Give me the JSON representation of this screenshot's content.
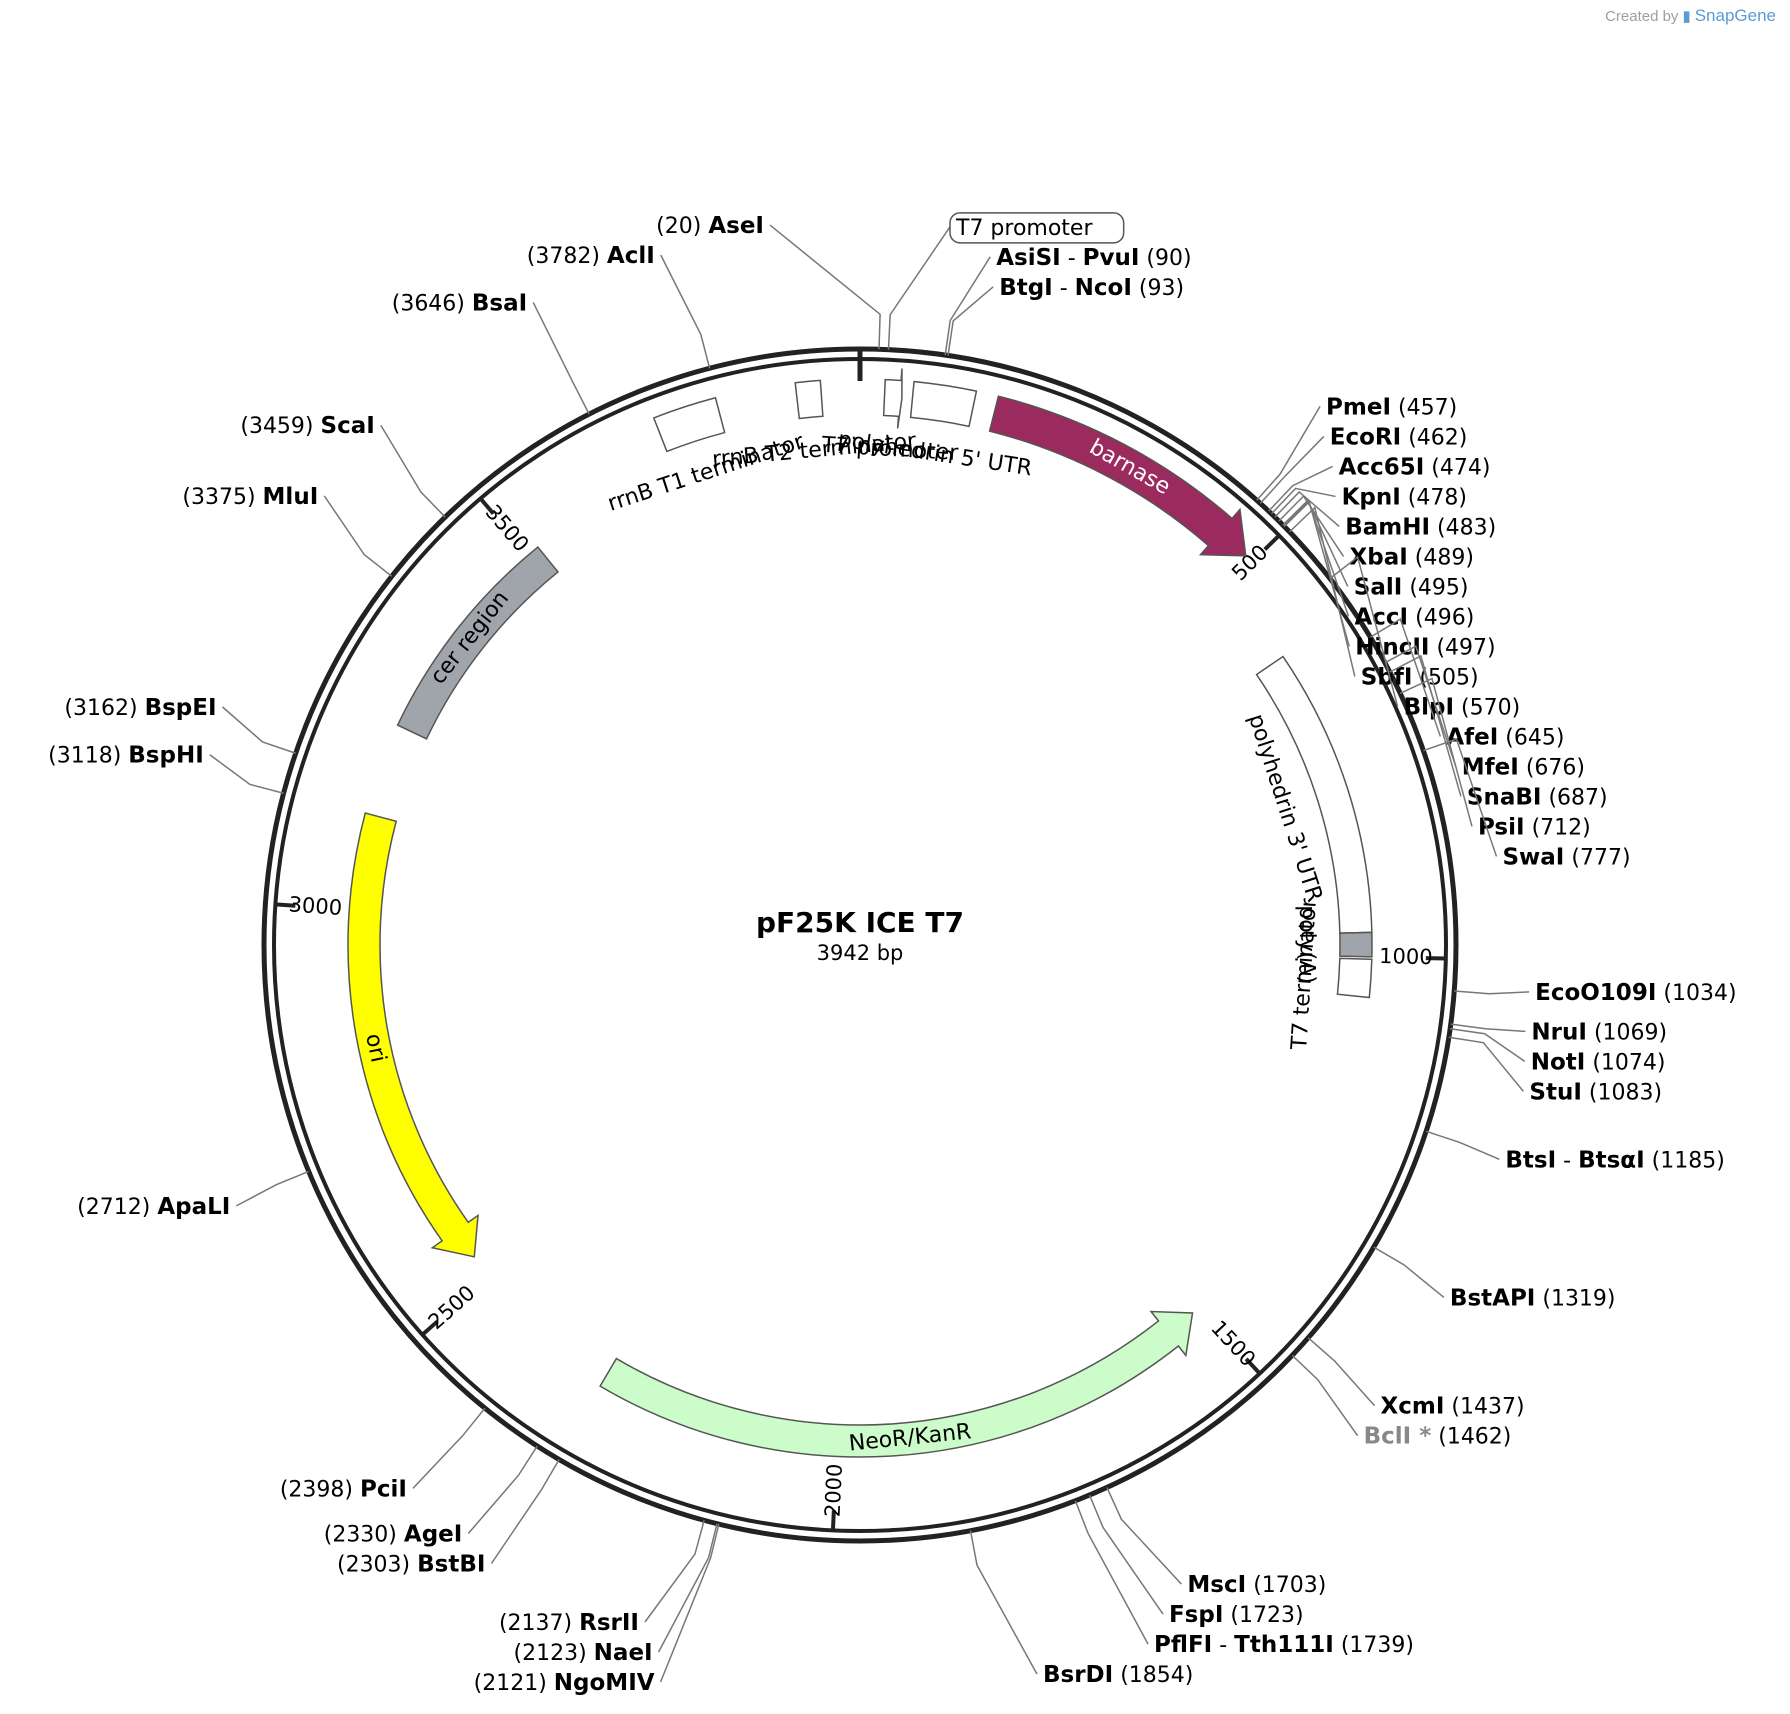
{
  "credit": {
    "prefix": "Created by",
    "brand": "SnapGene"
  },
  "plasmid": {
    "name": "pF25K ICE T7",
    "length": 3942,
    "size_label": "3942 bp"
  },
  "ticks": [
    "500",
    "1000",
    "1500",
    "2000",
    "2500",
    "3000",
    "3500"
  ],
  "features": [
    {
      "name": "barnase",
      "start": 155,
      "end": 490,
      "strand": 1,
      "color": "#9b2a5e",
      "label_color": "#ffffff",
      "style": "arrow"
    },
    {
      "name": "polyhedrin 5' UTR",
      "start": 60,
      "end": 130,
      "strand": 0,
      "color": "#ffffff",
      "style": "box"
    },
    {
      "name": "T7 promoter",
      "start": 28,
      "end": 48,
      "strand": 1,
      "color": "#ffffff",
      "style": "box"
    },
    {
      "name": "rrnB T2 terminator",
      "start": 3870,
      "end": 3898,
      "strand": 0,
      "color": "#ffffff",
      "style": "box"
    },
    {
      "name": "rrnB T1 terminator",
      "start": 3708,
      "end": 3780,
      "strand": 0,
      "color": "#ffffff",
      "style": "box"
    },
    {
      "name": "polyhedrin 3' UTR",
      "start": 610,
      "end": 970,
      "strand": 0,
      "color": "#ffffff",
      "style": "box"
    },
    {
      "name": "poly(A)",
      "start": 970,
      "end": 1000,
      "strand": 0,
      "color": "#a0a4ab",
      "style": "box"
    },
    {
      "name": "T7 terminator",
      "start": 1003,
      "end": 1050,
      "strand": 0,
      "color": "#ffffff",
      "style": "box"
    },
    {
      "name": "NeoR/KanR",
      "start": 1510,
      "end": 2305,
      "strand": -1,
      "color": "#ccfcc9",
      "style": "arrow"
    },
    {
      "name": "ori",
      "start": 2530,
      "end": 3120,
      "strand": -1,
      "color": "#ffff00",
      "style": "arrow"
    },
    {
      "name": "cer region",
      "start": 3235,
      "end": 3515,
      "strand": 0,
      "color": "#a0a4ab",
      "style": "box"
    }
  ],
  "sites": [
    {
      "name": "AseI",
      "pos": 20,
      "pos_label": "(20)",
      "side": "left"
    },
    {
      "name": "T7 promoter",
      "pos": 30,
      "pos_label": "",
      "side": "right",
      "boxed": true
    },
    {
      "name": "AsiSI",
      "name2": "PvuI",
      "pos": 90,
      "pos_label": "(90)",
      "side": "right"
    },
    {
      "name": "BtgI",
      "name2": "NcoI",
      "pos": 93,
      "pos_label": "(93)",
      "side": "right"
    },
    {
      "name": "PmeI",
      "pos": 457,
      "pos_label": "(457)",
      "side": "right"
    },
    {
      "name": "EcoRI",
      "pos": 462,
      "pos_label": "(462)",
      "side": "right"
    },
    {
      "name": "Acc65I",
      "pos": 474,
      "pos_label": "(474)",
      "side": "right"
    },
    {
      "name": "KpnI",
      "pos": 478,
      "pos_label": "(478)",
      "side": "right"
    },
    {
      "name": "BamHI",
      "pos": 483,
      "pos_label": "(483)",
      "side": "right"
    },
    {
      "name": "XbaI",
      "pos": 489,
      "pos_label": "(489)",
      "side": "right"
    },
    {
      "name": "SalI",
      "pos": 495,
      "pos_label": "(495)",
      "side": "right"
    },
    {
      "name": "AccI",
      "pos": 496,
      "pos_label": "(496)",
      "side": "right"
    },
    {
      "name": "HincII",
      "pos": 497,
      "pos_label": "(497)",
      "side": "right"
    },
    {
      "name": "SbfI",
      "pos": 505,
      "pos_label": "(505)",
      "side": "right"
    },
    {
      "name": "BlpI",
      "pos": 570,
      "pos_label": "(570)",
      "side": "right"
    },
    {
      "name": "AfeI",
      "pos": 645,
      "pos_label": "(645)",
      "side": "right"
    },
    {
      "name": "MfeI",
      "pos": 676,
      "pos_label": "(676)",
      "side": "right"
    },
    {
      "name": "SnaBI",
      "pos": 687,
      "pos_label": "(687)",
      "side": "right"
    },
    {
      "name": "PsiI",
      "pos": 712,
      "pos_label": "(712)",
      "side": "right"
    },
    {
      "name": "SwaI",
      "pos": 777,
      "pos_label": "(777)",
      "side": "right"
    },
    {
      "name": "EcoO109I",
      "pos": 1034,
      "pos_label": "(1034)",
      "side": "right"
    },
    {
      "name": "NruI",
      "pos": 1069,
      "pos_label": "(1069)",
      "side": "right"
    },
    {
      "name": "NotI",
      "pos": 1074,
      "pos_label": "(1074)",
      "side": "right"
    },
    {
      "name": "StuI",
      "pos": 1083,
      "pos_label": "(1083)",
      "side": "right"
    },
    {
      "name": "BtsI",
      "name2": "BtsαI",
      "pos": 1185,
      "pos_label": "(1185)",
      "side": "right"
    },
    {
      "name": "BstAPI",
      "pos": 1319,
      "pos_label": "(1319)",
      "side": "right"
    },
    {
      "name": "XcmI",
      "pos": 1437,
      "pos_label": "(1437)",
      "side": "right"
    },
    {
      "name": "BclI *",
      "pos": 1462,
      "pos_label": "(1462)",
      "side": "right",
      "gray": true
    },
    {
      "name": "MscI",
      "pos": 1703,
      "pos_label": "(1703)",
      "side": "right"
    },
    {
      "name": "FspI",
      "pos": 1723,
      "pos_label": "(1723)",
      "side": "right"
    },
    {
      "name": "PflFI",
      "name2": "Tth111I",
      "pos": 1739,
      "pos_label": "(1739)",
      "side": "right"
    },
    {
      "name": "BsrDI",
      "pos": 1854,
      "pos_label": "(1854)",
      "side": "right"
    },
    {
      "name": "NgoMIV",
      "pos": 2121,
      "pos_label": "(2121)",
      "side": "left"
    },
    {
      "name": "NaeI",
      "pos": 2123,
      "pos_label": "(2123)",
      "side": "left"
    },
    {
      "name": "RsrII",
      "pos": 2137,
      "pos_label": "(2137)",
      "side": "left"
    },
    {
      "name": "BstBI",
      "pos": 2303,
      "pos_label": "(2303)",
      "side": "left"
    },
    {
      "name": "AgeI",
      "pos": 2330,
      "pos_label": "(2330)",
      "side": "left"
    },
    {
      "name": "PciI",
      "pos": 2398,
      "pos_label": "(2398)",
      "side": "left"
    },
    {
      "name": "ApaLI",
      "pos": 2712,
      "pos_label": "(2712)",
      "side": "left"
    },
    {
      "name": "BspHI",
      "pos": 3118,
      "pos_label": "(3118)",
      "side": "left"
    },
    {
      "name": "BspEI",
      "pos": 3162,
      "pos_label": "(3162)",
      "side": "left"
    },
    {
      "name": "MluI",
      "pos": 3375,
      "pos_label": "(3375)",
      "side": "left"
    },
    {
      "name": "ScaI",
      "pos": 3459,
      "pos_label": "(3459)",
      "side": "left"
    },
    {
      "name": "BsaI",
      "pos": 3646,
      "pos_label": "(3646)",
      "side": "left"
    },
    {
      "name": "AclI",
      "pos": 3782,
      "pos_label": "(3782)",
      "side": "left"
    }
  ]
}
